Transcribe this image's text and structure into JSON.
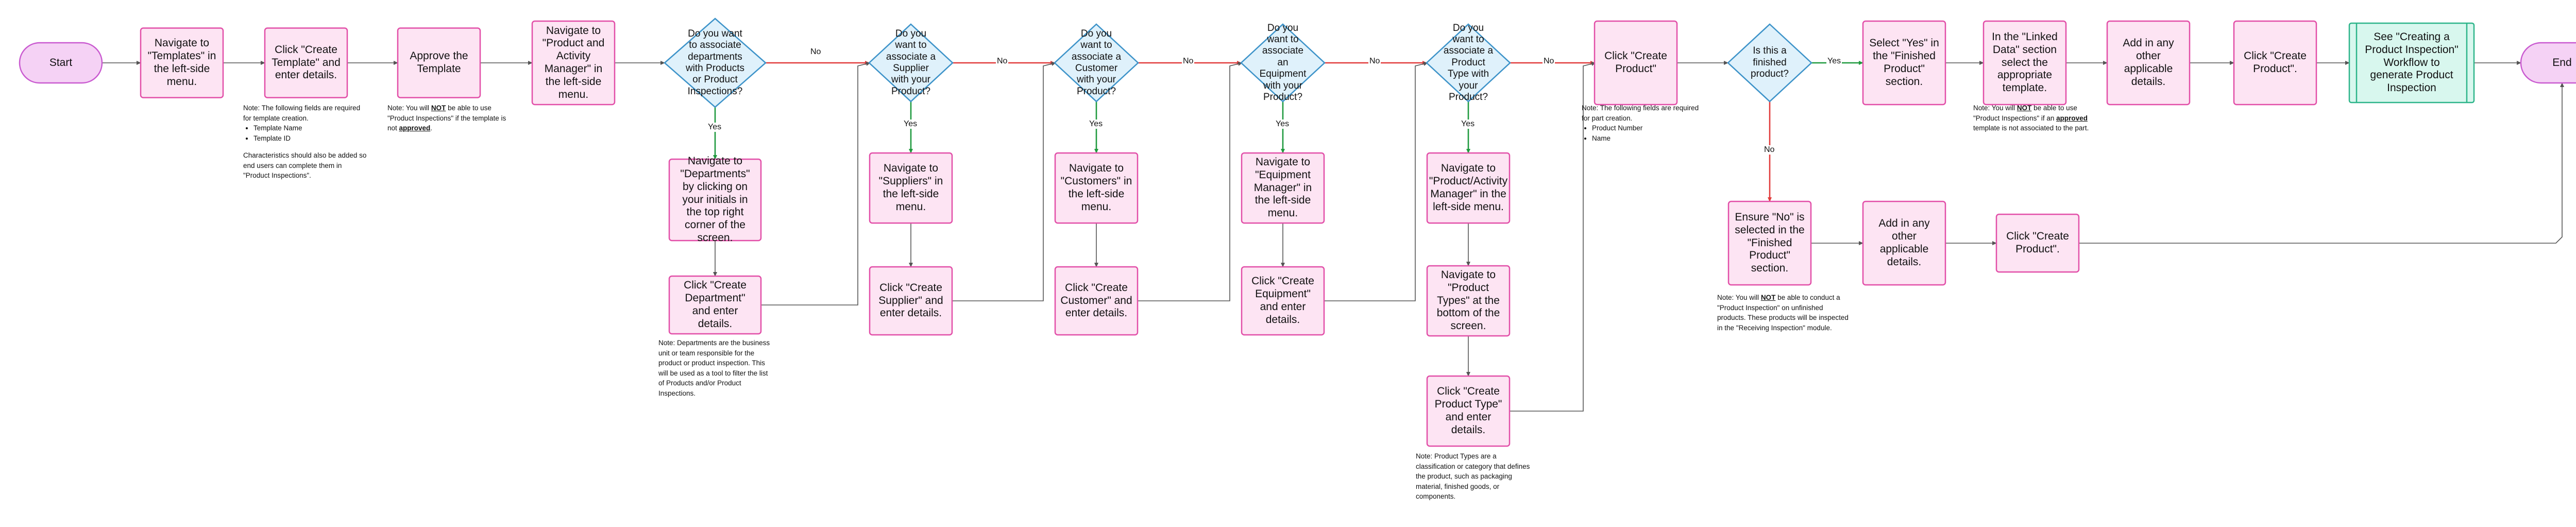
{
  "colors": {
    "node_fill": "#fde4f3",
    "node_stroke": "#e24fa8",
    "terminal_fill": "#f5d2f5",
    "terminal_stroke": "#c95ad0",
    "decision_fill": "#dff1fb",
    "decision_stroke": "#3d93c9",
    "subprocess_fill": "#d8f7ee",
    "subprocess_stroke": "#2db58a",
    "edge_default": "#555555",
    "edge_yes": "#1f9a3e",
    "edge_no": "#e13b3b"
  },
  "nodes": {
    "start": "Start",
    "n1": "Navigate to \"Templates\" in the left-side menu.",
    "n2": "Click \"Create Template\" and enter details.",
    "n3": "Approve the Template",
    "n4": "Navigate to \"Product and Activity Manager\" in the left-side menu.",
    "d1": "Do you want to associate departments with Products or Product Inspections?",
    "n5": "Navigate to \"Departments\" by clicking on your initials in the top right corner of the screen.",
    "n6": "Click \"Create Department\" and enter details.",
    "d2": "Do you want to associate a Supplier with your Product?",
    "n7": "Navigate to \"Suppliers\" in the left-side menu.",
    "n8": "Click \"Create Supplier\" and enter details.",
    "d3": "Do you want to associate a Customer with your Product?",
    "n9": "Navigate to \"Customers\" in the left-side menu.",
    "n10": "Click \"Create Customer\" and enter details.",
    "d4": "Do you want to associate an Equipment with your Product?",
    "n11": "Navigate to \"Equipment Manager\" in the left-side menu.",
    "n12": "Click \"Create Equipment\" and enter details.",
    "d5": "Do you want to associate a Product Type with your Product?",
    "n13": "Navigate to \"Product/Activity Manager\" in the left-side menu.",
    "n14": "Navigate to \"Product Types\" at the bottom of the screen.",
    "n15": "Click \"Create Product Type\" and enter details.",
    "n16": "Click \"Create Product\"",
    "d6": "Is this a finished product?",
    "n17": "Select \"Yes\" in the \"Finished Product\" section.",
    "n18": "In the \"Linked Data\" section select the appropriate template.",
    "n19": "Add in any other applicable details.",
    "n20": "Click \"Create Product\".",
    "sub": "See \"Creating a Product Inspection\" Workflow to generate Product Inspection",
    "end": "End",
    "n21": "Ensure \"No\" is selected in the \"Finished Product\" section.",
    "n22": "Add in any other applicable details.",
    "n23": "Click \"Create Product\"."
  },
  "edge_labels": {
    "yes": "Yes",
    "no": "No"
  },
  "notes": {
    "template": {
      "intro": "Note: The following fields are required for template creation.",
      "items": [
        "Template Name",
        "Template ID"
      ],
      "extra": "Characteristics should also be added so end users can complete them in \"Product Inspections\"."
    },
    "approve": {
      "pre": "Note: You will ",
      "em1": "NOT",
      "mid": " be able to use \"Product Inspections\" if the template is not ",
      "em2": "approved",
      "post": "."
    },
    "departments": "Note: Departments are the business unit or team responsible for the product or product inspection.  This will be used as a tool to filter the list of Products and/or Product Inspections.",
    "product_types": "Note: Product Types are a classification or category that defines the product, such as packaging material, finished goods, or components.",
    "create_product": {
      "intro": "Note: The following fields are required for part creation.",
      "items": [
        "Product Number",
        "Name"
      ]
    },
    "linked": {
      "pre": "Note: You will ",
      "em1": "NOT",
      "mid": " be able to use \"Product Inspections\" if an ",
      "em2": "approved",
      "post": " template is not associated to the part."
    },
    "unfinished": {
      "pre": "Note: You will ",
      "em1": "NOT",
      "post": " be able to conduct a \"Product Inspection\" on unfinished products.  These products will be inspected in the \"Receiving Inspection\" module."
    }
  }
}
